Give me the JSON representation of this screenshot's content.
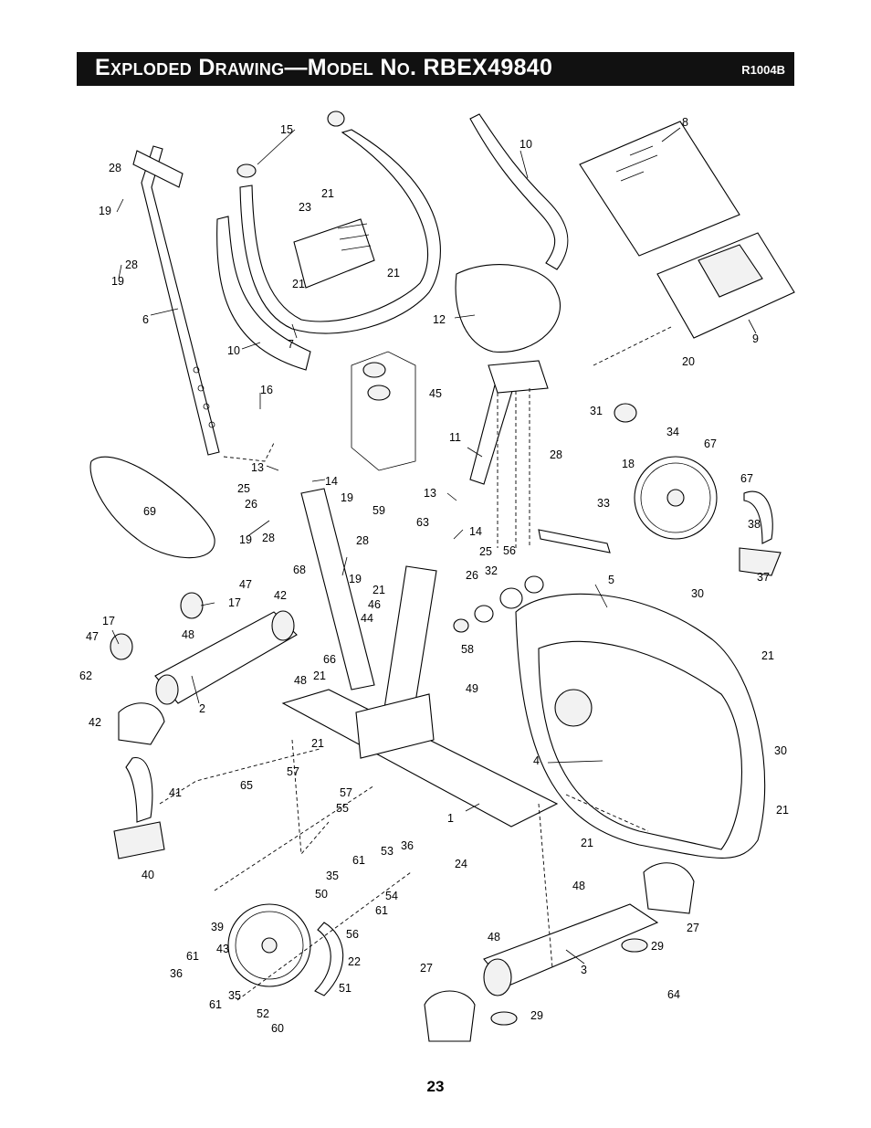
{
  "header": {
    "title": "Exploded Drawing—Model No. RBEX49840",
    "revision": "R1004B"
  },
  "callouts": [
    {
      "label": "1"
    },
    {
      "label": "2"
    },
    {
      "label": "3"
    },
    {
      "label": "4"
    },
    {
      "label": "5"
    },
    {
      "label": "6"
    },
    {
      "label": "7"
    },
    {
      "label": "8"
    },
    {
      "label": "9"
    },
    {
      "label": "10"
    },
    {
      "label": "10"
    },
    {
      "label": "11"
    },
    {
      "label": "12"
    },
    {
      "label": "13"
    },
    {
      "label": "13"
    },
    {
      "label": "14"
    },
    {
      "label": "14"
    },
    {
      "label": "15"
    },
    {
      "label": "16"
    },
    {
      "label": "17"
    },
    {
      "label": "17"
    },
    {
      "label": "18"
    },
    {
      "label": "19"
    },
    {
      "label": "19"
    },
    {
      "label": "19"
    },
    {
      "label": "19"
    },
    {
      "label": "19"
    },
    {
      "label": "20"
    },
    {
      "label": "21"
    },
    {
      "label": "21"
    },
    {
      "label": "21"
    },
    {
      "label": "21"
    },
    {
      "label": "21"
    },
    {
      "label": "21"
    },
    {
      "label": "21"
    },
    {
      "label": "21"
    },
    {
      "label": "21"
    },
    {
      "label": "22"
    },
    {
      "label": "23"
    },
    {
      "label": "24"
    },
    {
      "label": "25"
    },
    {
      "label": "25"
    },
    {
      "label": "26"
    },
    {
      "label": "26"
    },
    {
      "label": "27"
    },
    {
      "label": "27"
    },
    {
      "label": "28"
    },
    {
      "label": "28"
    },
    {
      "label": "28"
    },
    {
      "label": "28"
    },
    {
      "label": "28"
    },
    {
      "label": "29"
    },
    {
      "label": "29"
    },
    {
      "label": "30"
    },
    {
      "label": "30"
    },
    {
      "label": "31"
    },
    {
      "label": "32"
    },
    {
      "label": "33"
    },
    {
      "label": "34"
    },
    {
      "label": "35"
    },
    {
      "label": "35"
    },
    {
      "label": "36"
    },
    {
      "label": "36"
    },
    {
      "label": "37"
    },
    {
      "label": "38"
    },
    {
      "label": "39"
    },
    {
      "label": "40"
    },
    {
      "label": "41"
    },
    {
      "label": "42"
    },
    {
      "label": "42"
    },
    {
      "label": "43"
    },
    {
      "label": "44"
    },
    {
      "label": "45"
    },
    {
      "label": "46"
    },
    {
      "label": "47"
    },
    {
      "label": "47"
    },
    {
      "label": "48"
    },
    {
      "label": "48"
    },
    {
      "label": "48"
    },
    {
      "label": "48"
    },
    {
      "label": "49"
    },
    {
      "label": "50"
    },
    {
      "label": "51"
    },
    {
      "label": "52"
    },
    {
      "label": "53"
    },
    {
      "label": "54"
    },
    {
      "label": "55"
    },
    {
      "label": "56"
    },
    {
      "label": "56"
    },
    {
      "label": "57"
    },
    {
      "label": "57"
    },
    {
      "label": "58"
    },
    {
      "label": "59"
    },
    {
      "label": "60"
    },
    {
      "label": "61"
    },
    {
      "label": "61"
    },
    {
      "label": "61"
    },
    {
      "label": "61"
    },
    {
      "label": "62"
    },
    {
      "label": "63"
    },
    {
      "label": "64"
    },
    {
      "label": "65"
    },
    {
      "label": "66"
    },
    {
      "label": "67"
    },
    {
      "label": "67"
    },
    {
      "label": "68"
    },
    {
      "label": "69"
    }
  ],
  "footer": {
    "page_number": "23"
  }
}
